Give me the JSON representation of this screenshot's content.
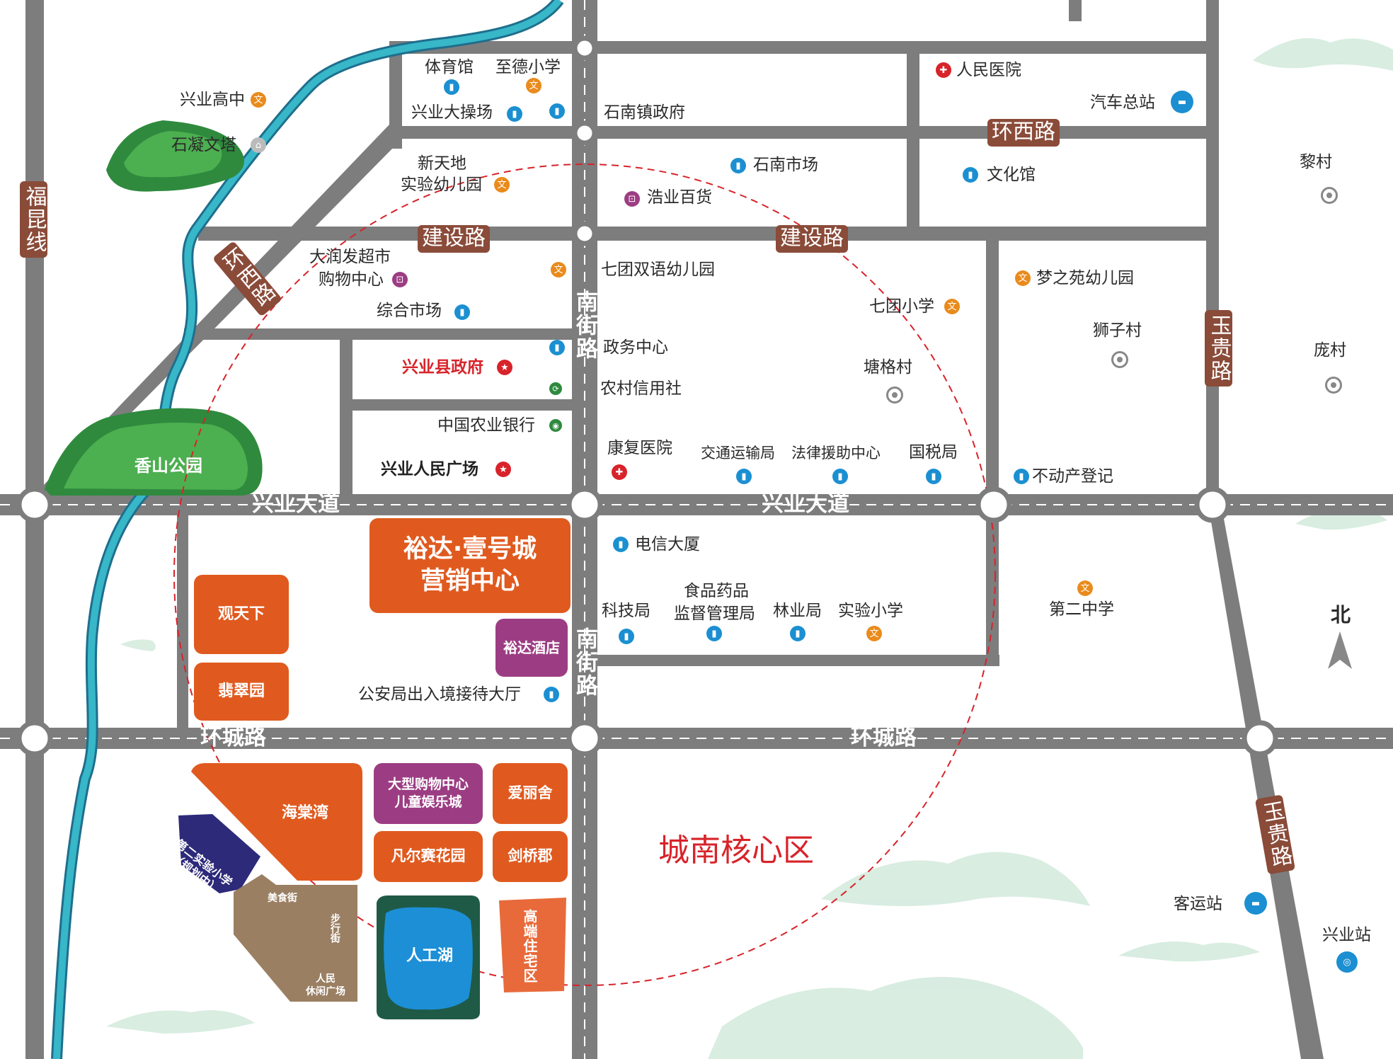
{
  "roads": {
    "fukun": "福昆线",
    "huanxi_upper": "环西路",
    "huanxi_diag": "环西路",
    "jianshe_left": "建设路",
    "jianshe_right": "建设路",
    "nanjie_upper": "南街路",
    "nanjie_lower": "南街路",
    "xingye_left": "兴业大道",
    "xingye_right": "兴业大道",
    "huancheng_left": "环城路",
    "huancheng_right": "环城路",
    "yugui_upper": "玉贵路",
    "yugui_lower": "玉贵路"
  },
  "pois": {
    "tiyuguan": "体育馆",
    "zhide": "至德小学",
    "dacaochang": "兴业大操场",
    "shinan_gov": "石南镇政府",
    "xingye_gaozhong": "兴业高中",
    "shining_wenta": "石凝文塔",
    "xintiandi_1": "新天地",
    "xintiandi_2": "实验幼儿园",
    "shinan_market": "石南市场",
    "haoye": "浩业百货",
    "renmin_hosp": "人民医院",
    "bus_station": "汽车总站",
    "wenhuaguan": "文化馆",
    "licun": "黎村",
    "darunfa_1": "大润发超市",
    "darunfa_2": "购物中心",
    "zonghe_market": "综合市场",
    "qituan_kg": "七团双语幼儿园",
    "qituan_school": "七团小学",
    "mengzhiyuan": "梦之苑幼儿园",
    "shizicun": "狮子村",
    "pangcun": "庞村",
    "county_gov": "兴业县政府",
    "zhengwu": "政务中心",
    "nongcun": "农村信用社",
    "tanggecun": "塘格村",
    "nongye_bank": "中国农业银行",
    "xiangshan": "香山公园",
    "renmin_square": "兴业人民广场",
    "kangfu": "康复医院",
    "jiaotong": "交通运输局",
    "falv": "法律援助中心",
    "guoshui": "国税局",
    "budongchan": "不动产登记",
    "dianxin": "电信大厦",
    "keji": "科技局",
    "shipin_1": "食品药品",
    "shipin_2": "监督管理局",
    "linye": "林业局",
    "shiyan_school": "实验小学",
    "dier_zhongxue": "第二中学",
    "gongan": "公安局出入境接待大厅",
    "keyun": "客运站",
    "xingye_station": "兴业站",
    "north": "北",
    "core": "城南核心区"
  },
  "plots": {
    "sales_1": "裕达·壹号城",
    "sales_2": "营销中心",
    "hotel": "裕达酒店",
    "guantianxia": "观天下",
    "feicuiyuan": "翡翠园",
    "haitangwan": "海棠湾",
    "mall_1": "大型购物中心",
    "mall_2": "儿童娱乐城",
    "ailishe": "爱丽舍",
    "faner": "凡尔赛花园",
    "jianqiao": "剑桥郡",
    "school2_1": "第二实验小学",
    "school2_2": "（规划中）",
    "meishi": "美食街",
    "buxing": "步行街",
    "xiuxian_1": "人民",
    "xiuxian_2": "休闲广场",
    "lake": "人工湖",
    "gaoduan": "高端住宅区"
  },
  "icon_glyphs": {
    "edu": "文",
    "building": "▮",
    "shop": "⊡",
    "hosp": "✚",
    "gov": "★",
    "bus": "▬",
    "bank": "◉",
    "station": "◎",
    "tower": "⌂",
    "credit": "⟳"
  },
  "colors": {
    "road": "#7d7d7e",
    "river": "#2da6b8",
    "park": "#2f8a3e",
    "orange_plot": "#e05a1f",
    "purple_plot": "#9c3d83",
    "navy_plot": "#2d2a7a",
    "brown_plot": "#9a7f63",
    "lake": "#1c8fd6",
    "lake_border": "#1f5a47",
    "core_circle": "#d8232a"
  }
}
